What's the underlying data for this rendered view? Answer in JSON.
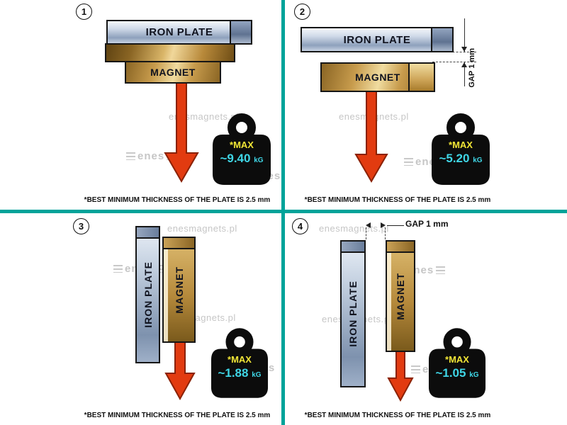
{
  "labels": {
    "iron_plate": "IRON PLATE",
    "magnet": "MAGNET",
    "max": "*MAX",
    "kg": "kG",
    "gap": "GAP",
    "gap_value": "1 mm",
    "watermark": "enesmagnets.pl",
    "logo_text": "enes"
  },
  "footnote": {
    "text": "*BEST MINIMUM THICKNESS OF THE PLATE IS",
    "bold": "2.5 mm"
  },
  "quadrants": [
    {
      "number": "1",
      "layout": "horizontal",
      "gap": false,
      "max_value": "~9.40"
    },
    {
      "number": "2",
      "layout": "horizontal",
      "gap": true,
      "max_value": "~5.20"
    },
    {
      "number": "3",
      "layout": "vertical",
      "gap": false,
      "max_value": "~1.88"
    },
    {
      "number": "4",
      "layout": "vertical",
      "gap": true,
      "max_value": "~1.05"
    }
  ],
  "colors": {
    "divider": "#00a39a",
    "arrow": "#e23b10",
    "arrow_outline": "#8a2104",
    "weight": "#0c0c0c",
    "max_text": "#f2e636",
    "value_text": "#3fd6e6",
    "watermark": "#c6c6c6",
    "plate_light": "#f4f7fb",
    "plate_dark": "#7e92ae",
    "magnet_light": "#f0dca0",
    "magnet_dark": "#8a6524"
  }
}
